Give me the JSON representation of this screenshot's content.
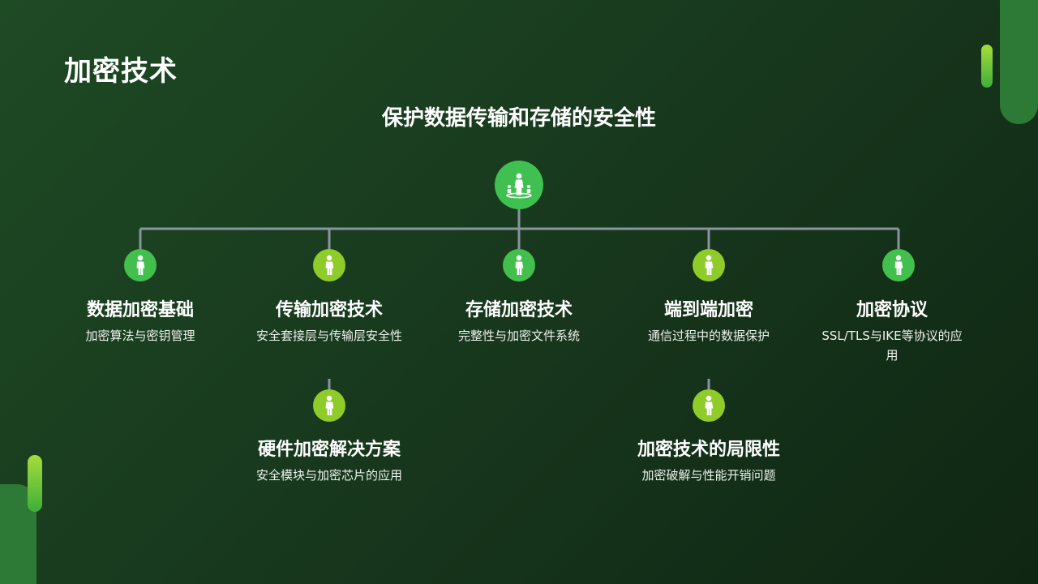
{
  "title": "加密技术",
  "subtitle": "保护数据传输和存储的安全性",
  "root_icon": "person-network-icon",
  "colors": {
    "accent_green": "#42bf4c",
    "accent_lime": "#8fcc2a",
    "connector": "#8a94a0"
  },
  "nodes": [
    {
      "title": "数据加密基础",
      "desc": "加密算法与密钥管理",
      "icon": "person-icon"
    },
    {
      "title": "传输加密技术",
      "desc": "安全套接层与传输层安全性",
      "icon": "person-icon"
    },
    {
      "title": "存储加密技术",
      "desc": "完整性与加密文件系统",
      "icon": "person-icon"
    },
    {
      "title": "端到端加密",
      "desc": "通信过程中的数据保护",
      "icon": "person-icon"
    },
    {
      "title": "加密协议",
      "desc": "SSL/TLS与IKE等协议的应用",
      "icon": "person-icon"
    },
    {
      "title": "硬件加密解决方案",
      "desc": "安全模块与加密芯片的应用",
      "icon": "person-icon"
    },
    {
      "title": "加密技术的局限性",
      "desc": "加密破解与性能开销问题",
      "icon": "person-icon"
    }
  ]
}
